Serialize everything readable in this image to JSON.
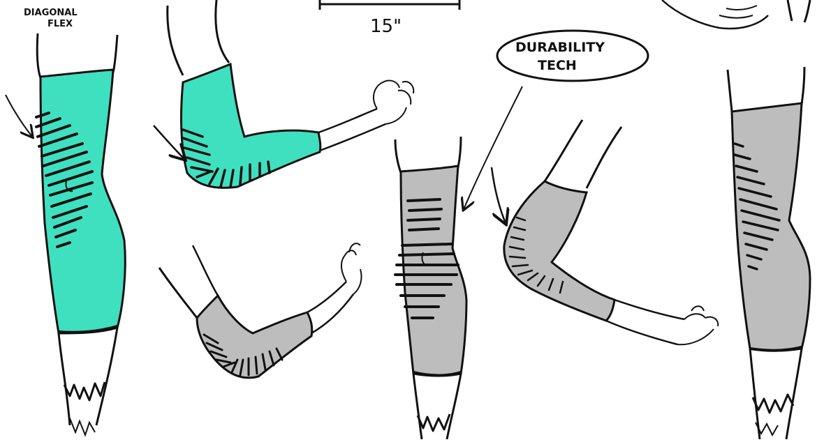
{
  "annotations": {
    "diagonal_flex_line1": "DIAGONAL",
    "diagonal_flex_line2": "FLEX",
    "measurement": "15\"",
    "durability_line1": "DURABILITY",
    "durability_line2": "TECH"
  },
  "colors": {
    "teal_sleeve": "#3fe0bf",
    "gray_sleeve": "#bdbdbd",
    "ink": "#111111",
    "background": "#ffffff"
  },
  "icons": [
    "arrow-icon",
    "elbow-sleeve-sketch",
    "knee-sleeve-sketch"
  ]
}
